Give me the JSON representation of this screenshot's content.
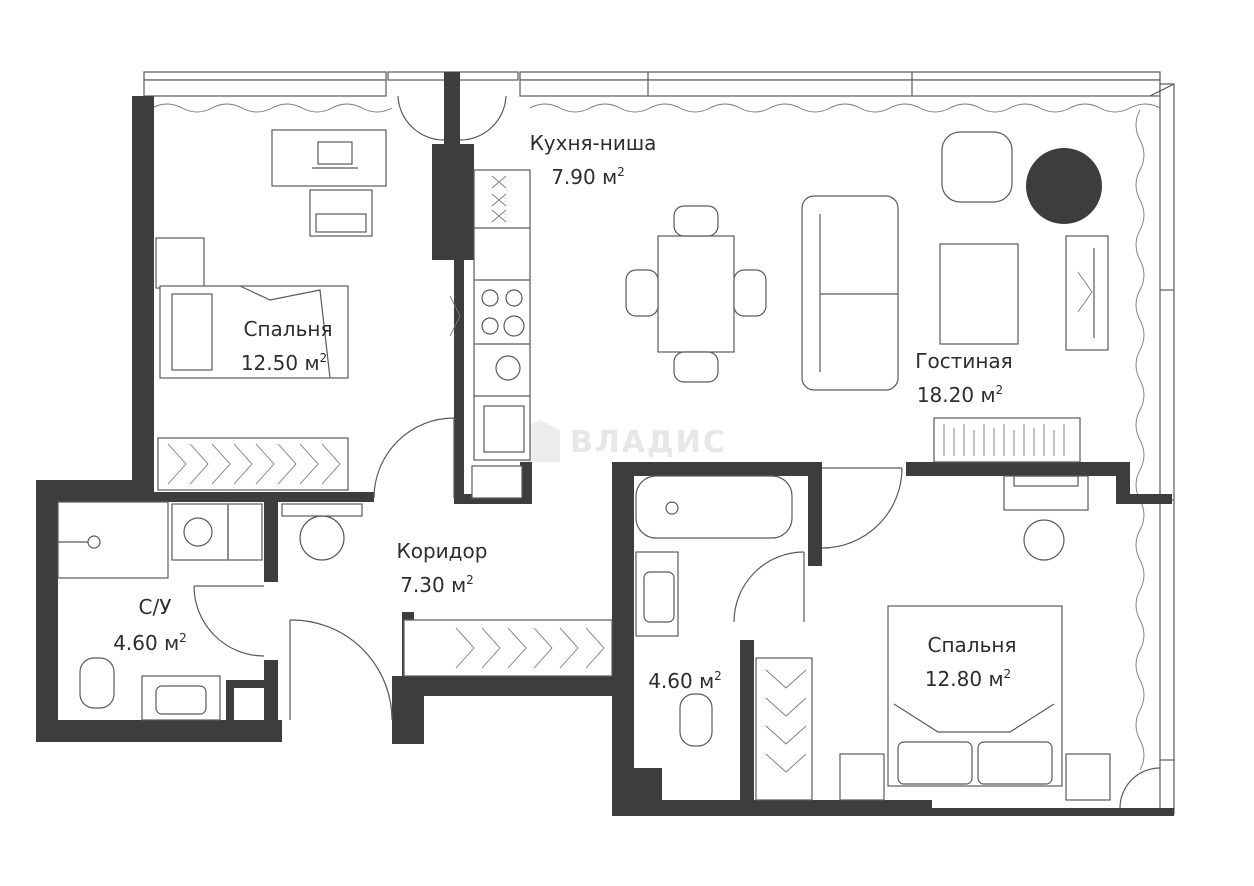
{
  "watermark": {
    "text": "ВЛАДИС"
  },
  "rooms": [
    {
      "id": "kitchen",
      "name": "Кухня-ниша",
      "area": "7.90 м",
      "unit_sup": "2"
    },
    {
      "id": "bedroom-left",
      "name": "Спальня",
      "area": "12.50 м",
      "unit_sup": "2"
    },
    {
      "id": "living",
      "name": "Гостиная",
      "area": "18.20 м",
      "unit_sup": "2"
    },
    {
      "id": "corridor",
      "name": "Коридор",
      "area": "7.30 м",
      "unit_sup": "2"
    },
    {
      "id": "bath-left",
      "name": "С/У",
      "area": "4.60 м",
      "unit_sup": "2"
    },
    {
      "id": "bath-right",
      "name": "",
      "area": "4.60 м",
      "unit_sup": "2"
    },
    {
      "id": "bedroom-right",
      "name": "Спальня",
      "area": "12.80 м",
      "unit_sup": "2"
    }
  ],
  "colors": {
    "wall": "#3d3d3f",
    "line": "#5a5a5a",
    "text": "#2d2d2d",
    "watermark": "#e7e7e7"
  }
}
